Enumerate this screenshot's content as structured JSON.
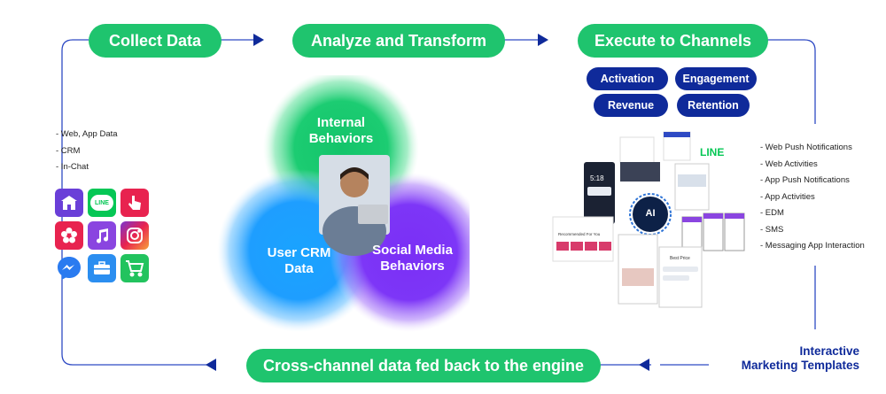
{
  "steps": {
    "collect": "Collect Data",
    "analyze": "Analyze and Transform",
    "execute": "Execute to Channels",
    "feedback": "Cross-channel data fed back to the engine"
  },
  "goals": [
    "Activation",
    "Engagement",
    "Revenue",
    "Retention"
  ],
  "data_sources": [
    "- Web, App Data",
    "- CRM",
    "- In-Chat"
  ],
  "channels": [
    "- Web Push Notifications",
    "- Web Activities",
    "- App Push Notifications",
    "- App Activities",
    "- EDM",
    "- SMS",
    "- Messaging App Interaction"
  ],
  "bubbles": {
    "internal": "Internal\nBehaviors",
    "crm": "User CRM\nData",
    "social": "Social Media\nBehaviors"
  },
  "templates_note": "Interactive\nMarketing Templates",
  "collage": {
    "ai_badge": "AI",
    "line_logo": "LINE",
    "recommended_label": "Recommended For You",
    "phone_time": "5:18",
    "chat_title": "Best Price"
  },
  "app_icons": [
    {
      "name": "shop-icon",
      "color": "#6a3fd8"
    },
    {
      "name": "line-icon",
      "color": "#06c755"
    },
    {
      "name": "tap-icon",
      "color": "#e8234f"
    },
    {
      "name": "flower-icon",
      "color": "#e8234f"
    },
    {
      "name": "music-icon",
      "color": "#8a45e0"
    },
    {
      "name": "instagram-icon",
      "color": "#d6247a"
    },
    {
      "name": "messenger-icon",
      "color": "#2a7bf0"
    },
    {
      "name": "briefcase-icon",
      "color": "#2b8ef0"
    },
    {
      "name": "cart-icon",
      "color": "#22c35e"
    }
  ],
  "colors": {
    "green": "#1fc46e",
    "navy": "#0f2a9a",
    "flow_line": "#2e4ac4",
    "crm_bubble": "#1ea0ff",
    "social_bubble": "#7b35f5"
  }
}
